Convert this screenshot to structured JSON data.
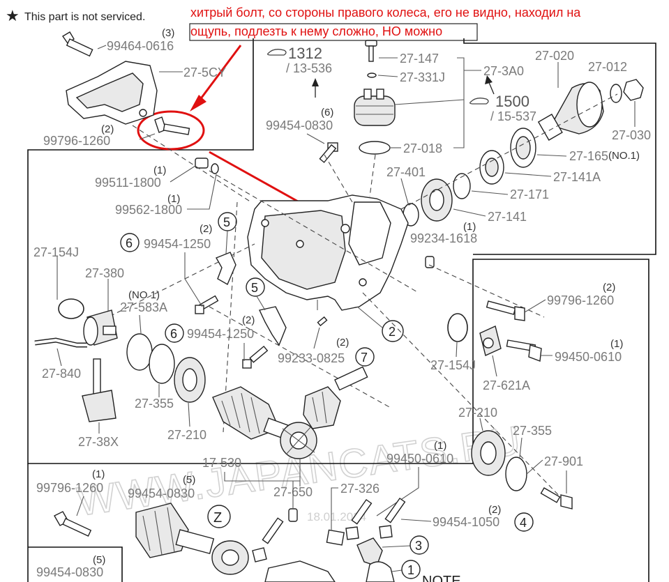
{
  "header": {
    "star": "★",
    "not_serviced": "This part is not serviced."
  },
  "annotation": {
    "line1": "хитрый болт, со стороны правого колеса, его не видно, находил на",
    "line2": "ощупь, подлезть к нему сложно, НО можно"
  },
  "watermark": {
    "text": "WWW.JAPANCATS.RU",
    "date": "18.01.2024"
  },
  "refs": {
    "r1": {
      "main": "1312",
      "sub": "/ 13-536"
    },
    "r2": {
      "main": "1500",
      "sub": "/ 15-537"
    }
  },
  "labels": {
    "p99464_0616": "99464-0616",
    "q3a": "(3)",
    "p27_5cy": "27-5CY",
    "p99796_1260a": "99796-1260",
    "q2a": "(2)",
    "p27_147": "27-147",
    "p27_331j": "27-331J",
    "p27_3a0": "27-3A0",
    "p27_020": "27-020",
    "p27_012": "27-012",
    "p27_030": "27-030",
    "p27_165": "27-165",
    "no1a": "(NO.1)",
    "p99454_0830a": "99454-0830",
    "q6a": "(6)",
    "p27_018": "27-018",
    "p27_401": "27-401",
    "p27_141a": "27-141A",
    "p27_171": "27-171",
    "p27_141": "27-141",
    "p99511_1800": "99511-1800",
    "q1a": "(1)",
    "p99562_1800": "99562-1800",
    "q1b": "(1)",
    "p99234_1618": "99234-1618",
    "q1c": "(1)",
    "p99454_1250a": "99454-1250",
    "q2b": "(2)",
    "c5a": "5",
    "c6a": "6",
    "p27_154j_a": "27-154J",
    "p27_380": "27-380",
    "no1b": "(NO 1)",
    "p27_583a": "27-583A",
    "p99796_1260b": "99796-1260",
    "q2c": "(2)",
    "c5b": "5",
    "c6b": "6",
    "p99454_1250b": "99454-1250",
    "q2d": "(2)",
    "c2": "2",
    "p99450_0610a": "99450-0610",
    "q1d": "(1)",
    "p99233_0825": "99233-0825",
    "q2e": "(2)",
    "c7": "7",
    "p27_154j_b": "27-154J",
    "p27_840": "27-840",
    "p27_621a": "27-621A",
    "p27_355a": "27-355",
    "p27_210a": "27-210",
    "p27_210b": "27-210",
    "p27_355b": "27-355",
    "p27_38x": "27-38X",
    "p99450_0610b": "99450-0610",
    "q1e": "(1)",
    "p27_901": "27-901",
    "p17_530": "17-530",
    "p99796_1260c": "99796-1260",
    "q1f": "(1)",
    "p99454_0830b": "99454-0830",
    "q5a": "(5)",
    "p27_650": "27-650",
    "p27_326": "27-326",
    "cz": "Z",
    "p99454_1050": "99454-1050",
    "q2f": "(2)",
    "c4": "4",
    "c3": "3",
    "c1": "1",
    "note": "NOTE",
    "p99454_0830c": "99454-0830",
    "q5b": "(5)"
  },
  "colors": {
    "annotation": "#e01010",
    "lineart": "#222222",
    "labels": "#7a7a7a"
  }
}
